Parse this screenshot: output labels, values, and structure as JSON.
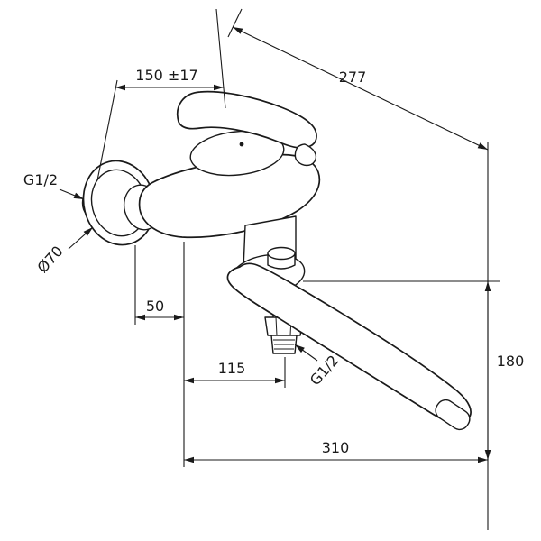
{
  "drawing": {
    "kind": "technical-dimension-drawing",
    "subject": "wall-mounted single-lever mixer tap with swivel spout",
    "colors": {
      "line": "#1a1a1a",
      "background": "#ffffff"
    },
    "dimensions": {
      "wall_distance": "150 ±17",
      "depth": "277",
      "height": "180",
      "spout_reach": "310",
      "offset_small": "50",
      "offset_large": "115",
      "thread_wall": "G1/2",
      "thread_outlet": "G1/2",
      "flange_diameter": "Ø70"
    }
  }
}
